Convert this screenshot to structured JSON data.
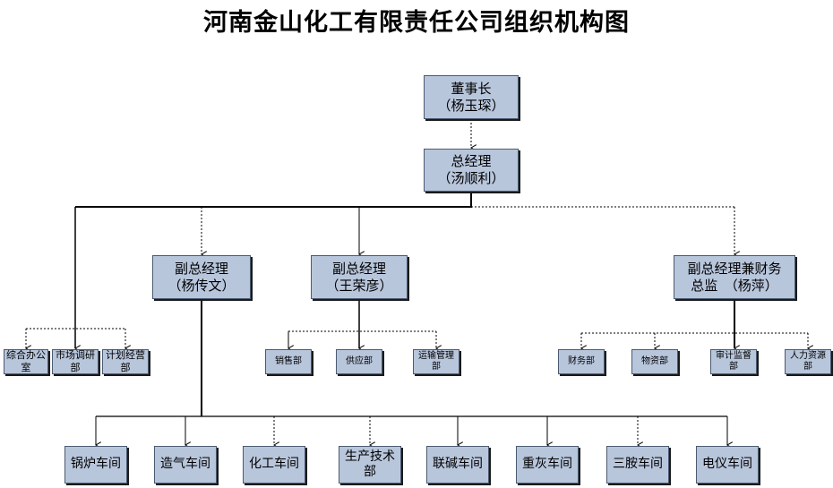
{
  "title": "河南金山化工有限责任公司组织机构图",
  "nodes": {
    "chairman": "董事长\n（杨玉琛）",
    "gm": "总经理\n（汤顺利）",
    "vp1": "副总经理\n（杨传文）",
    "vp2": "副总经理\n（王荣彦）",
    "vp3": "副总经理兼财务\n总监　（杨萍）",
    "office": "综合办公\n室",
    "market": "市场调研\n部",
    "planning": "计划经营\n部",
    "sales": "销售部",
    "supply": "供应部",
    "transport": "运输管理\n部",
    "finance": "财务部",
    "materials": "物资部",
    "audit": "审计监督\n部",
    "hr": "人力资源\n部",
    "boiler": "锅炉车间",
    "gas": "造气车间",
    "chem": "化工车间",
    "tech": "生产技术\n部",
    "alkali": "联碱车间",
    "ash": "重灰车间",
    "amine": "三胺车间",
    "electric": "电仪车间"
  }
}
